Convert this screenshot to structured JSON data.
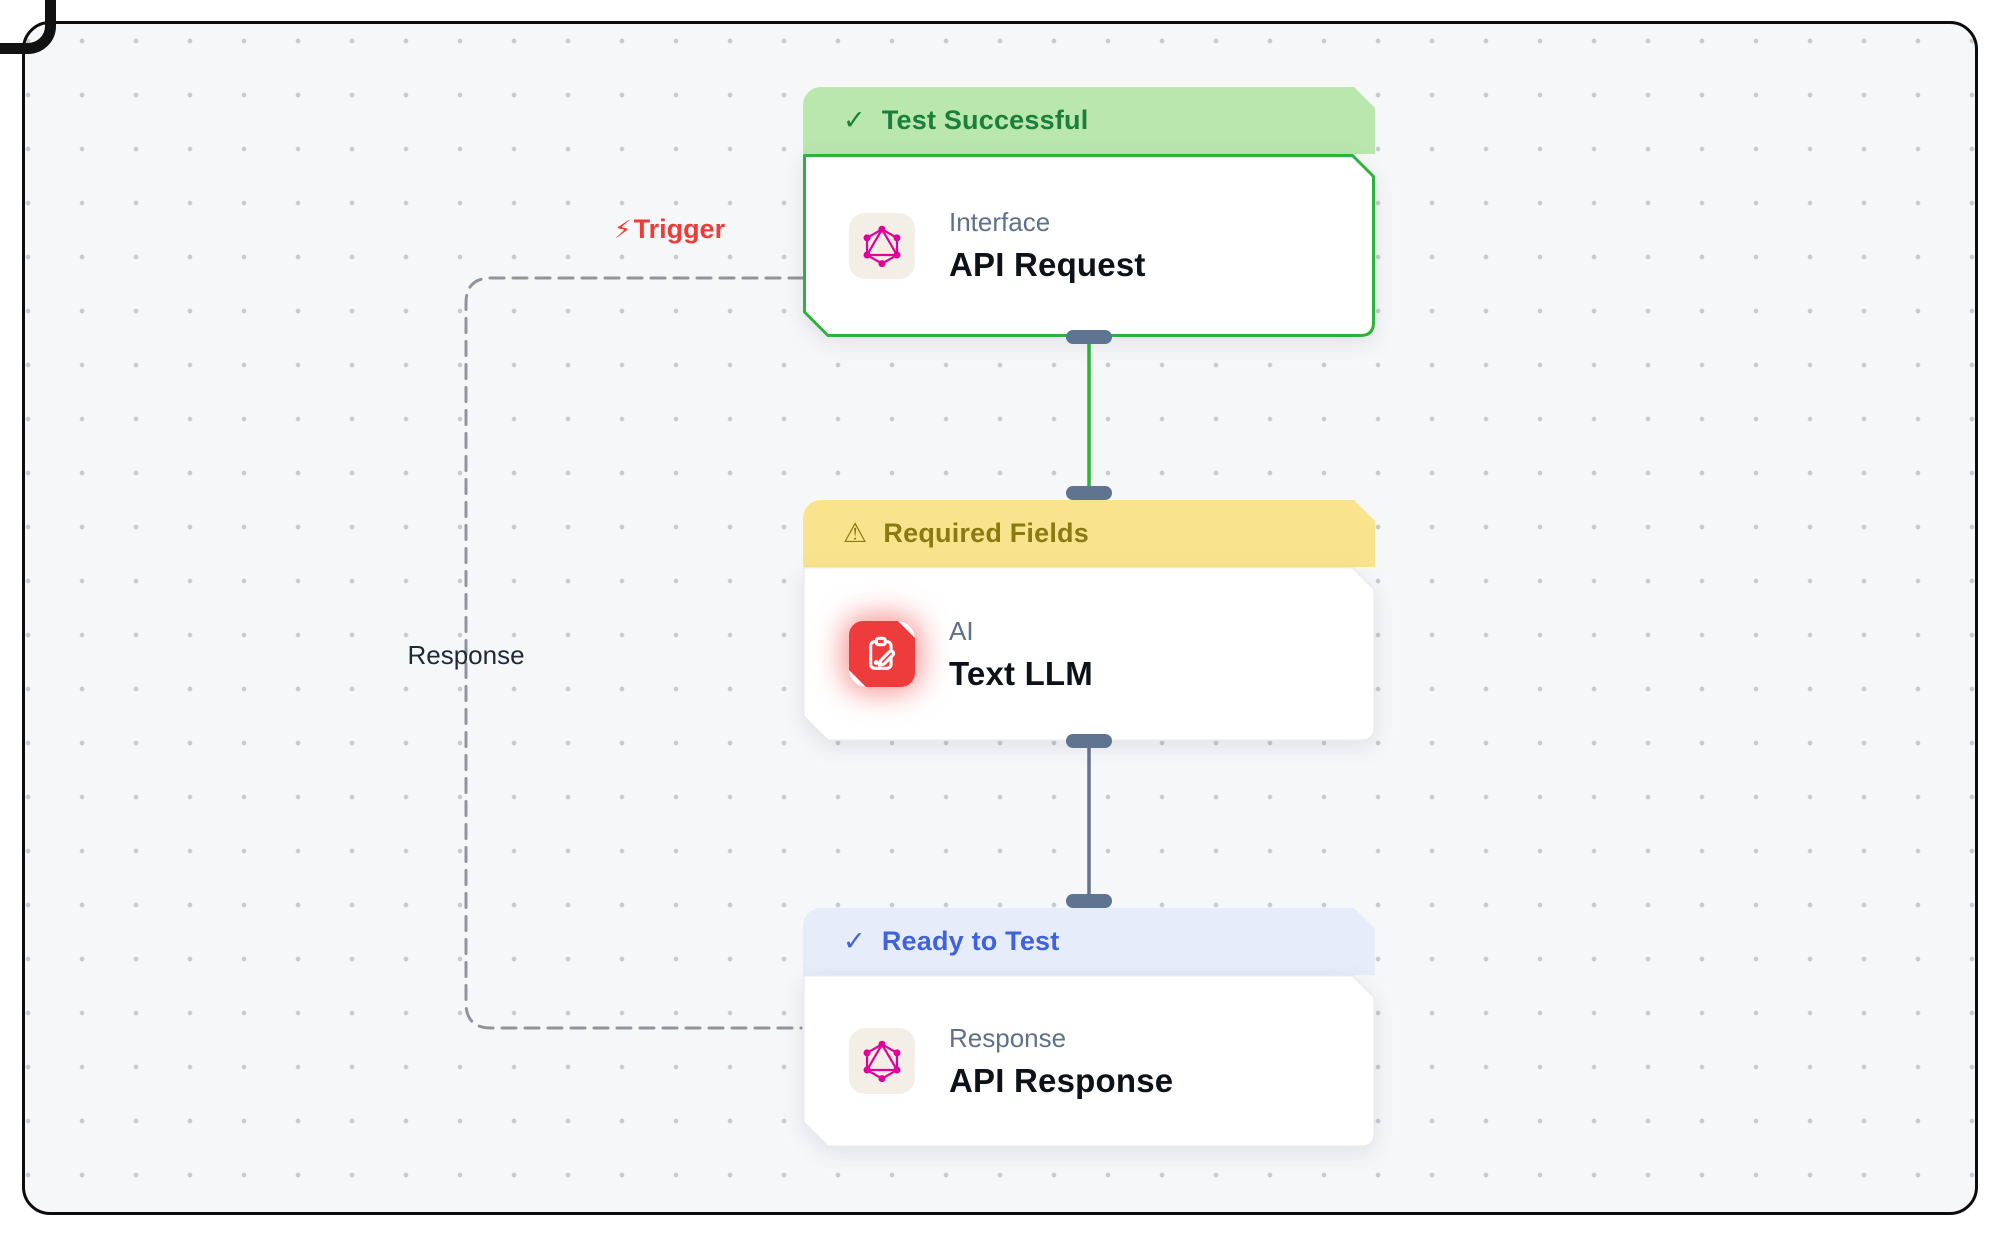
{
  "canvas": {
    "background": "#f6f7f9",
    "dot_color": "#c6cbd2",
    "frame_border_color": "#0c0c0c"
  },
  "edge_labels": {
    "trigger": "Trigger",
    "trigger_icon": "lightning-bolt-icon",
    "trigger_glyph": "⚡",
    "response": "Response"
  },
  "edges": {
    "api_request_to_text_llm": {
      "color": "#2bb33a",
      "style": "solid"
    },
    "text_llm_to_api_response": {
      "color": "#64748b",
      "style": "solid"
    },
    "response_loop": {
      "color": "#8f959d",
      "style": "dashed",
      "label": "Response"
    }
  },
  "nodes": [
    {
      "id": "api-request",
      "status": {
        "text": "Test Successful",
        "icon": "check-icon",
        "icon_glyph": "✓",
        "bg": "#b9e7ae",
        "color": "#1b7f3b"
      },
      "category": "Interface",
      "title": "API Request",
      "icon": "graphql-icon",
      "icon_color": "#e10098",
      "border_color": "#2db33a"
    },
    {
      "id": "text-llm",
      "status": {
        "text": "Required Fields",
        "icon": "warning-icon",
        "icon_glyph": "⚠",
        "bg": "#f9e48d",
        "color": "#8a7a12"
      },
      "category": "AI",
      "title": "Text LLM",
      "icon": "clipboard-edit-icon",
      "icon_bg": "#ee3b3b",
      "border_color": "#e8eaee"
    },
    {
      "id": "api-response",
      "status": {
        "text": "Ready to Test",
        "icon": "check-icon",
        "icon_glyph": "✓",
        "bg": "#e7ecfa",
        "color": "#3e63dd"
      },
      "category": "Response",
      "title": "API Response",
      "icon": "graphql-icon",
      "icon_color": "#e10098",
      "border_color": "#e8eaee"
    }
  ],
  "ports": {
    "color": "#5f7490"
  }
}
